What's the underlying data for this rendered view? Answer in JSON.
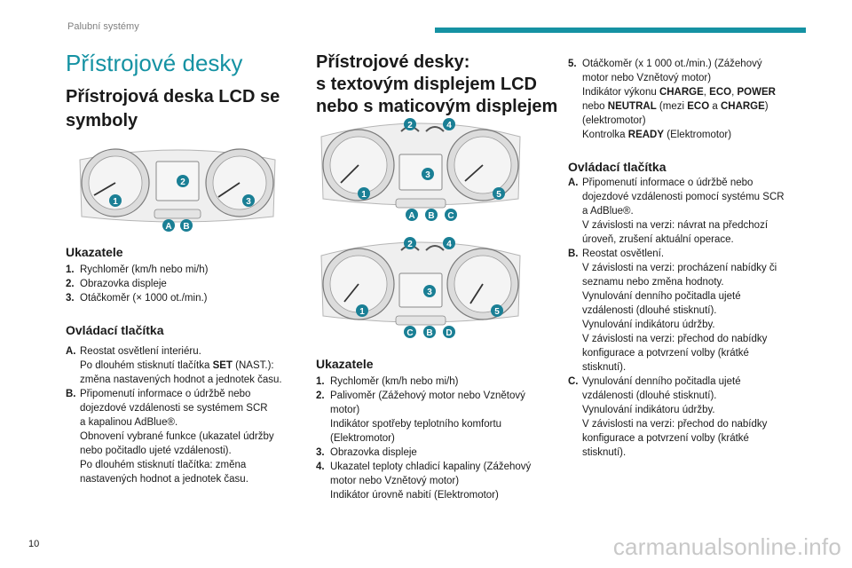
{
  "header": {
    "section": "Palubní systémy"
  },
  "page_number": "10",
  "watermark": "carmanualsonline.info",
  "col1": {
    "page_title": "Přístrojové desky",
    "title_lines": [
      "Přístrojová deska LCD se",
      "symboly"
    ],
    "gauges_heading": "Ukazatele",
    "gauges": [
      {
        "marker": "1.",
        "text": "Rychloměr (km/h nebo mi/h)"
      },
      {
        "marker": "2.",
        "text": "Obrazovka displeje"
      },
      {
        "marker": "3.",
        "text": "Otáčkoměr (× 1000 ot./min.)"
      }
    ],
    "controls_heading": "Ovládací tlačítka",
    "controlA": {
      "marker": "A.",
      "l1": "Reostat osvětlení interiéru.",
      "l2_pre": "Po dlouhém stisknutí tlačítka ",
      "l2_bold": "SET",
      "l2_post": " (NAST.):",
      "l3": "změna nastavených hodnot a jednotek času."
    },
    "controlB": {
      "marker": "B.",
      "lines": [
        "Připomenutí informace o údržbě nebo",
        "dojezdové vzdálenosti se systémem SCR",
        "a kapalinou AdBlue®.",
        "Obnovení vybrané funkce (ukazatel údržby",
        "nebo počitadlo ujeté vzdálenosti).",
        "Po dlouhém stisknutí tlačítka: změna",
        "nastavených hodnot a jednotek času."
      ]
    },
    "fig_labels": {
      "n1": "1",
      "n2": "2",
      "n3": "3",
      "a": "A",
      "b": "B"
    }
  },
  "col2": {
    "title_lines": [
      "Přístrojové desky:",
      "s textovým displejem LCD",
      "nebo s maticovým displejem"
    ],
    "fig1_labels": {
      "n1": "1",
      "n2": "2",
      "n3": "3",
      "n4": "4",
      "n5": "5",
      "a": "A",
      "b": "B",
      "c": "C"
    },
    "fig2_labels": {
      "n1": "1",
      "n2": "2",
      "n3": "3",
      "n4": "4",
      "n5": "5",
      "c": "C",
      "b": "B",
      "d": "D"
    },
    "gauges_heading": "Ukazatele",
    "gauges": [
      {
        "marker": "1.",
        "lines": [
          "Rychloměr (km/h nebo mi/h)"
        ]
      },
      {
        "marker": "2.",
        "lines": [
          "Palivoměr (Zážehový motor nebo Vznětový",
          "motor)",
          "Indikátor spotřeby teplotního komfortu",
          "(Elektromotor)"
        ]
      },
      {
        "marker": "3.",
        "lines": [
          "Obrazovka displeje"
        ]
      },
      {
        "marker": "4.",
        "lines": [
          "Ukazatel teploty chladicí kapaliny (Zážehový",
          "motor nebo Vznětový motor)",
          "Indikátor úrovně nabití (Elektromotor)"
        ]
      }
    ]
  },
  "col3": {
    "item5": {
      "marker": "5.",
      "l1": "Otáčkoměr (x 1 000 ot./min.) (Zážehový",
      "l2": "motor nebo Vznětový motor)",
      "l3_pre": "Indikátor výkonu ",
      "l3_b1": "CHARGE",
      "l3_s1": ", ",
      "l3_b2": "ECO",
      "l3_s2": ", ",
      "l3_b3": "POWER",
      "l4_pre": "nebo ",
      "l4_b1": "NEUTRAL",
      "l4_mid": " (mezi ",
      "l4_b2": "ECO",
      "l4_mid2": " a ",
      "l4_b3": "CHARGE",
      "l4_post": ")",
      "l5": "(elektromotor)",
      "l6_pre": "Kontrolka ",
      "l6_b": "READY",
      "l6_post": " (Elektromotor)"
    },
    "controls_heading": "Ovládací tlačítka",
    "controls": [
      {
        "marker": "A.",
        "lines": [
          "Připomenutí informace o údržbě nebo",
          "dojezdové vzdálenosti pomocí systému SCR",
          "a AdBlue®.",
          "V závislosti na verzi: návrat na předchozí",
          "úroveň, zrušení aktuální operace."
        ]
      },
      {
        "marker": "B.",
        "lines": [
          "Reostat osvětlení.",
          "V závislosti na verzi: procházení nabídky či",
          "seznamu nebo změna hodnoty.",
          "Vynulování denního počitadla ujeté",
          "vzdálenosti (dlouhé stisknutí).",
          "Vynulování indikátoru údržby.",
          "V závislosti na verzi: přechod do nabídky",
          "konfigurace a potvrzení volby (krátké",
          "stisknutí)."
        ]
      },
      {
        "marker": "C.",
        "lines": [
          "Vynulování denního počitadla ujeté",
          "vzdálenosti (dlouhé stisknutí).",
          "Vynulování indikátoru údržby.",
          "V závislosti na verzi: přechod do nabídky",
          "konfigurace a potvrzení volby (krátké",
          "stisknutí)."
        ]
      }
    ]
  },
  "colors": {
    "accent": "#1592a3",
    "badge": "#1a7f95",
    "dial": "#dcdcdc",
    "screen": "#ececec",
    "text": "#1a1a1a"
  }
}
